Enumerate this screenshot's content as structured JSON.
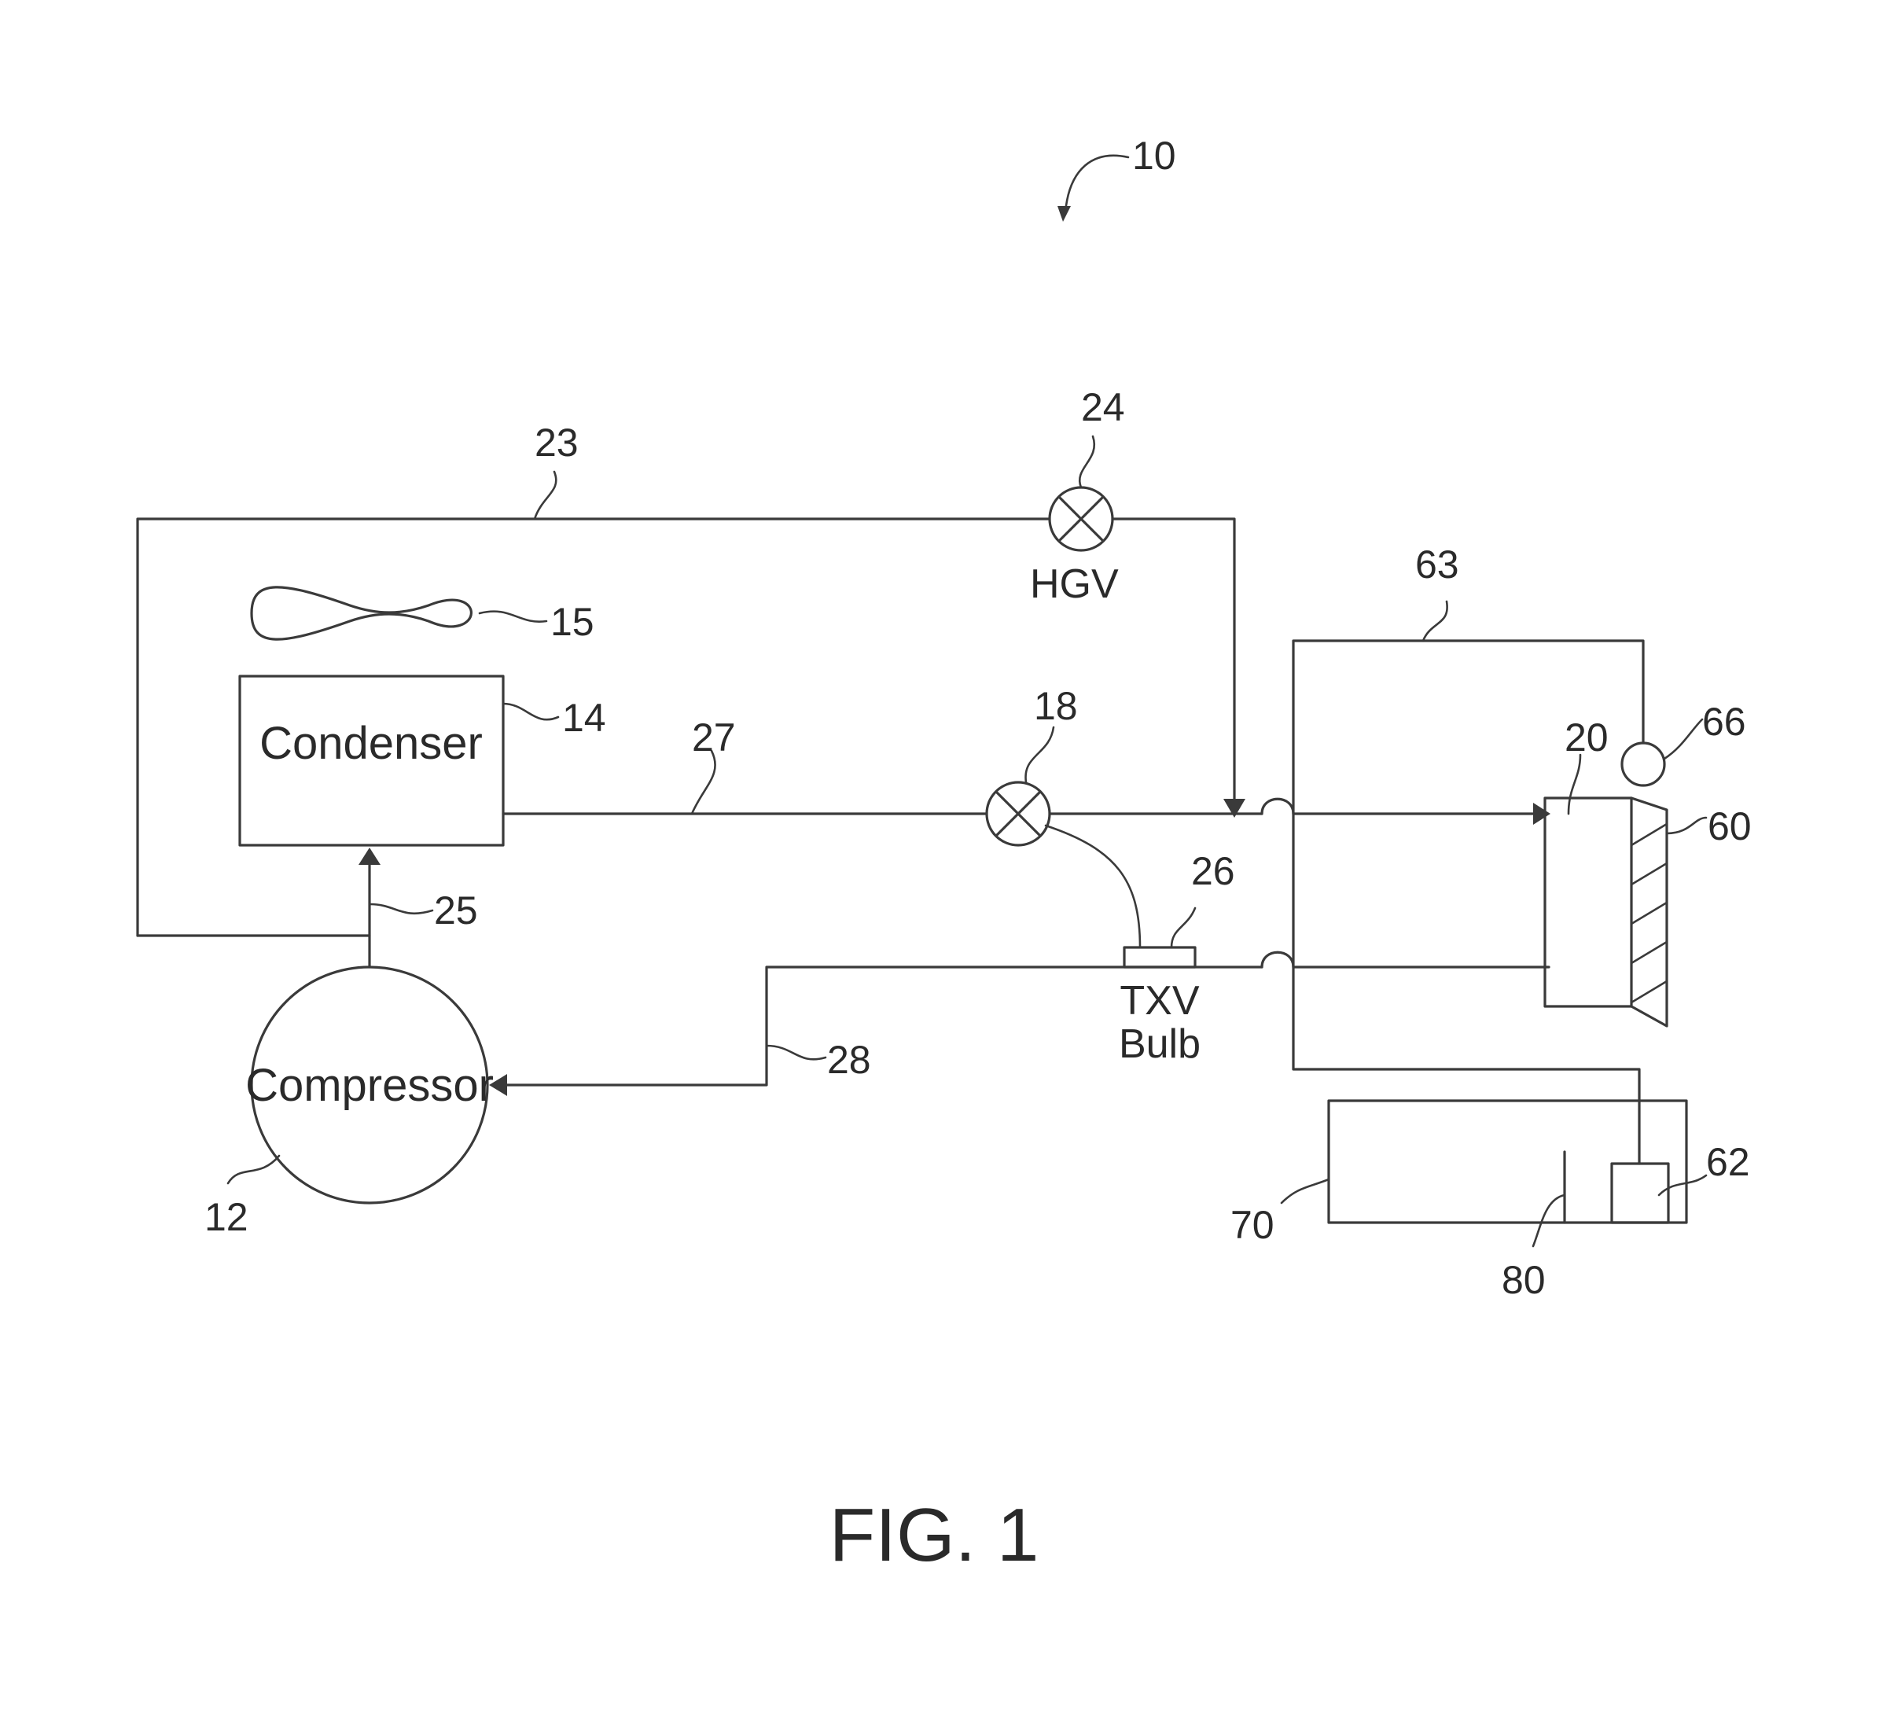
{
  "figure": {
    "title": "FIG. 1",
    "components": {
      "system": {
        "ref": "10"
      },
      "compressor": {
        "label": "Compressor",
        "ref": "12"
      },
      "condenser": {
        "label": "Condenser",
        "ref": "14"
      },
      "condenser_fan": {
        "ref": "15"
      },
      "expansion_valve": {
        "ref": "18"
      },
      "evaporator": {
        "ref": "20"
      },
      "hot_gas_line": {
        "ref": "23"
      },
      "hot_gas_valve": {
        "label": "HGV",
        "ref": "24"
      },
      "discharge_line": {
        "ref": "25"
      },
      "txv_bulb": {
        "label_line1": "TXV",
        "label_line2": "Bulb",
        "ref": "26"
      },
      "liquid_line": {
        "ref": "27"
      },
      "suction_line": {
        "ref": "28"
      },
      "evaporator_fins": {
        "ref": "60"
      },
      "sensor_62": {
        "ref": "62"
      },
      "wiring_63": {
        "ref": "63"
      },
      "sensor_66": {
        "ref": "66"
      },
      "controller": {
        "ref": "70"
      },
      "element_80": {
        "ref": "80"
      }
    }
  }
}
